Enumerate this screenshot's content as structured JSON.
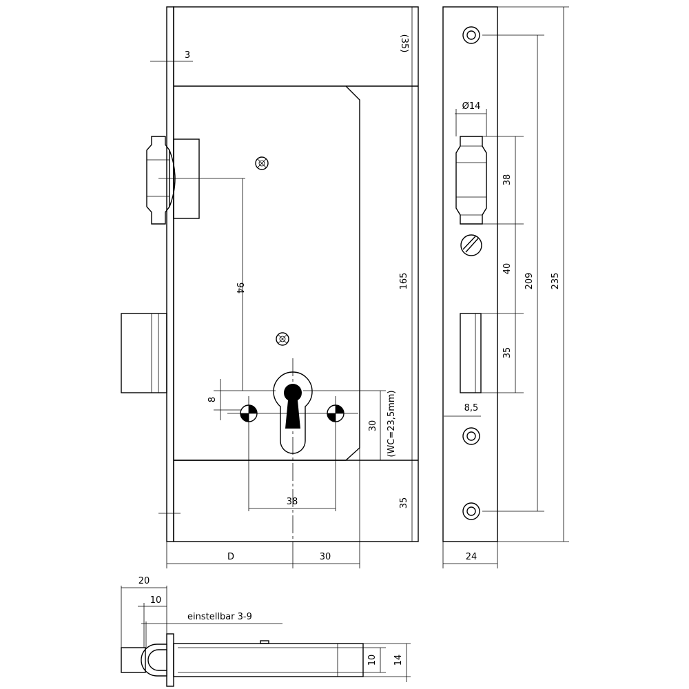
{
  "dimensions": {
    "faceplate_thickness": "3",
    "top_offset": "(35)",
    "body_height": "165",
    "bottom_offset": "35",
    "handle_to_cylinder": "94",
    "cylinder_height": "30",
    "wc_note": "(WC=23,5mm)",
    "screw_spacing": "38",
    "small_offset": "8",
    "backset": "D",
    "edge_to_center": "30",
    "roller_diameter": "Ø14",
    "roller_height": "38",
    "gap_to_bolt": "40",
    "bolt_height": "35",
    "bolt_projection": "8,5",
    "hole_spacing": "209",
    "faceplate_length": "235",
    "faceplate_width": "24",
    "roller_projection": "20",
    "bolt_offset": "10",
    "adjustable": "einstellbar  3-9",
    "case_thickness_inner": "10",
    "case_thickness_outer": "14"
  }
}
